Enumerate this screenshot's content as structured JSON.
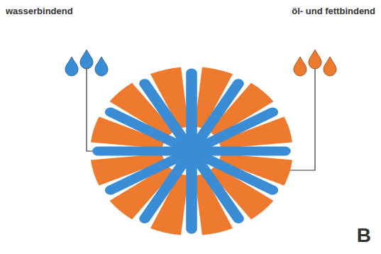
{
  "diagram": {
    "labels": [
      "wasserbindend",
      "öl- und fettbindend",
      "B"
    ]
  }
}
